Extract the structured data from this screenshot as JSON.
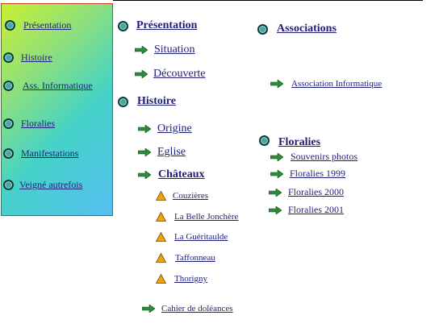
{
  "sidebar": {
    "items": [
      {
        "label": "Présentation"
      },
      {
        "label": "Histoire"
      },
      {
        "label": "Ass.  Informatique"
      },
      {
        "label": "Floralies"
      },
      {
        "label": "Manifestations"
      },
      {
        "label": "Veigné autrefois"
      }
    ]
  },
  "main": {
    "presentation": {
      "heading": "Présentation",
      "links": [
        "Situation",
        "Découverte"
      ]
    },
    "histoire": {
      "heading": "Histoire",
      "links": [
        "Origine",
        "Eglise"
      ],
      "chateaux": {
        "heading": "Châteaux",
        "items": [
          "Couzières",
          "La Belle Jonchère",
          "La Guéritaulde",
          "Taffonneau",
          "Thorigny"
        ]
      },
      "cahier": "Cahier de doléances"
    },
    "associations": {
      "heading": "Associations",
      "links": [
        "Association Informatique"
      ]
    },
    "floralies": {
      "heading": "Floralies",
      "links": [
        "Souvenirs photos",
        "Floralies 1999",
        "Floralies 2000",
        "Floralies 2001"
      ]
    }
  },
  "colors": {
    "link": "#1f1f7a",
    "sidebar_border": "#c63a2c",
    "arrow_green": "#2e8b3a",
    "triangle_orange": "#f0a010",
    "bullet_teal": "#4aa6a0"
  },
  "icons": {
    "bullet": "teal-circle-bullet-icon",
    "arrow": "green-arrow-icon",
    "triangle": "orange-triangle-icon"
  }
}
